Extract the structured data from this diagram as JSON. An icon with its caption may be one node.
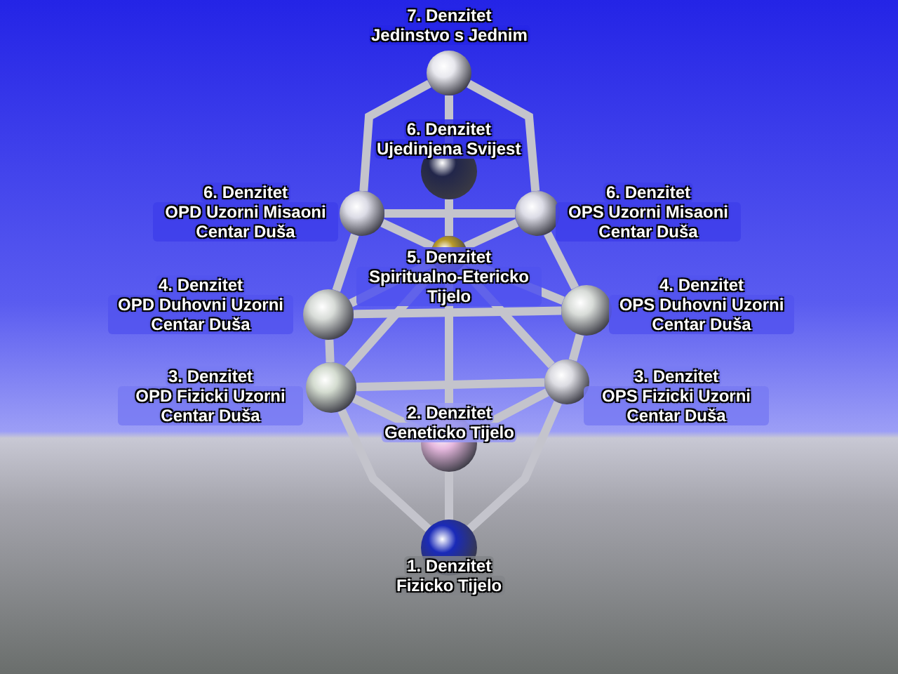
{
  "diagram": {
    "nodes": [
      {
        "text": [
          "7. Denzitet",
          "Jedinstvo s Jednim"
        ]
      },
      {
        "text": [
          "6. Denzitet",
          "Ujedinjena Svijest"
        ]
      },
      {
        "text": [
          "6. Denzitet",
          "OPD Uzorni Misaoni Centar Duša"
        ]
      },
      {
        "text": [
          "6. Denzitet",
          "OPS Uzorni Misaoni Centar Duša"
        ]
      },
      {
        "text": [
          "5. Denzitet",
          "Spiritualno-Etericko Tijelo"
        ]
      },
      {
        "text": [
          "4. Denzitet",
          "OPD Duhovni Uzorni Centar Duša"
        ]
      },
      {
        "text": [
          "4. Denzitet",
          "OPS Duhovni Uzorni Centar Duša"
        ]
      },
      {
        "text": [
          "3. Denzitet",
          "OPD Fizicki Uzorni Centar Duša"
        ]
      },
      {
        "text": [
          "3. Denzitet",
          "OPS Fizicki Uzorni Centar Duša"
        ]
      },
      {
        "text": [
          "2. Denzitet",
          "Geneticko Tijelo"
        ]
      },
      {
        "text": [
          "1. Denzitet",
          "Fizicko Tijelo"
        ]
      }
    ],
    "edges": [
      {
        "from": 0,
        "to": 1,
        "arrow": "none"
      },
      {
        "from": 0,
        "to": 2,
        "arrow": "none"
      },
      {
        "from": 0,
        "to": 3,
        "arrow": "none"
      },
      {
        "from": 1,
        "to": 4,
        "arrow": "none"
      },
      {
        "from": 2,
        "to": 3,
        "arrow": "none"
      },
      {
        "from": 2,
        "to": 4,
        "arrow": "none"
      },
      {
        "from": 2,
        "to": 5,
        "arrow": "none"
      },
      {
        "from": 3,
        "to": 4,
        "arrow": "none"
      },
      {
        "from": 3,
        "to": 6,
        "arrow": "none"
      },
      {
        "from": 5,
        "to": 6,
        "arrow": "none"
      },
      {
        "from": 5,
        "to": 4,
        "arrow": "none"
      },
      {
        "from": 6,
        "to": 4,
        "arrow": "none"
      },
      {
        "from": 5,
        "to": 7,
        "arrow": "none"
      },
      {
        "from": 6,
        "to": 8,
        "arrow": "none"
      },
      {
        "from": 4,
        "to": 7,
        "arrow": "none"
      },
      {
        "from": 4,
        "to": 8,
        "arrow": "none"
      },
      {
        "from": 4,
        "to": 9,
        "arrow": "none"
      },
      {
        "from": 7,
        "to": 8,
        "arrow": "none"
      },
      {
        "from": 7,
        "to": 9,
        "arrow": "none"
      },
      {
        "from": 8,
        "to": 9,
        "arrow": "none"
      },
      {
        "from": 7,
        "to": 10,
        "arrow": "none"
      },
      {
        "from": 8,
        "to": 10,
        "arrow": "none"
      },
      {
        "from": 9,
        "to": 10,
        "arrow": "none"
      }
    ]
  }
}
